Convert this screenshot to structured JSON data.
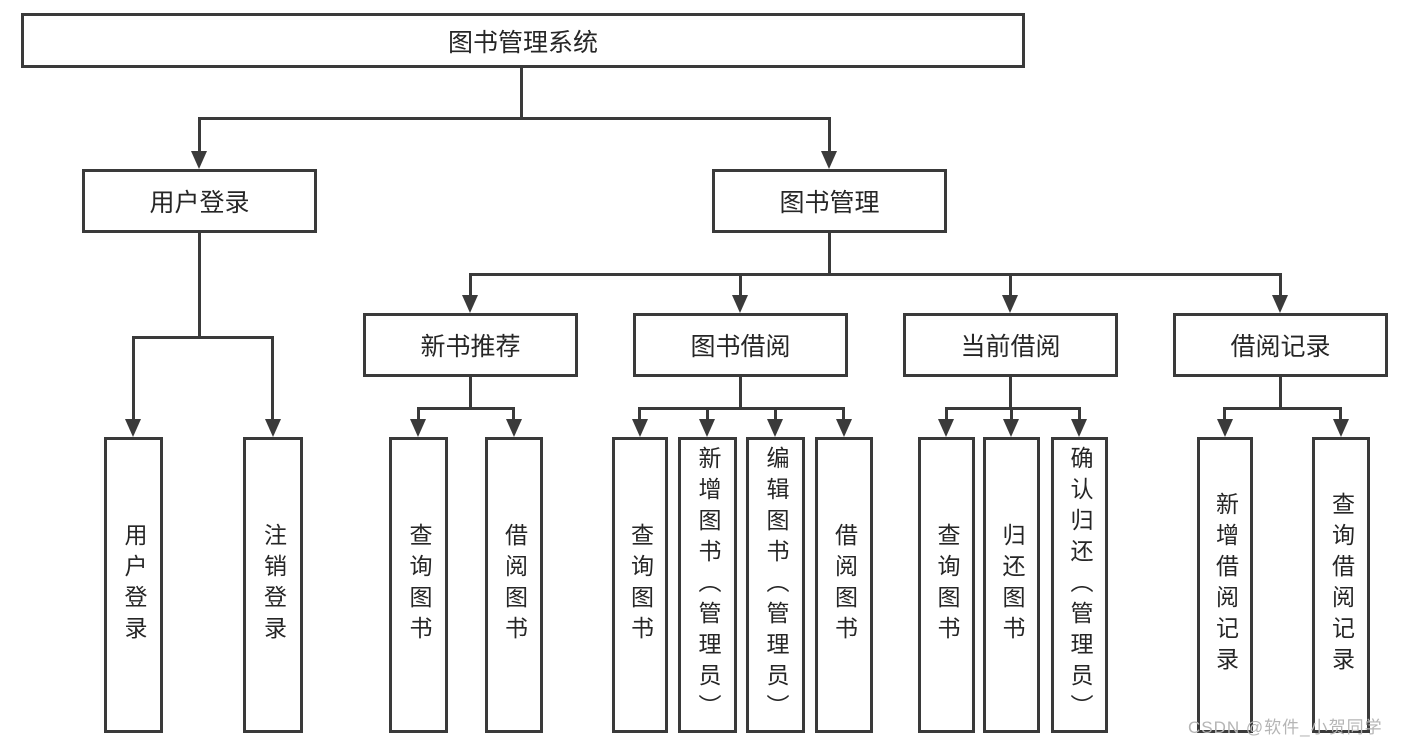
{
  "tree": {
    "label": "图书管理系统",
    "children": [
      {
        "label": "用户登录",
        "children": [
          {
            "label": "用户登录"
          },
          {
            "label": "注销登录"
          }
        ]
      },
      {
        "label": "图书管理",
        "children": [
          {
            "label": "新书推荐",
            "children": [
              {
                "label": "查询图书"
              },
              {
                "label": "借阅图书"
              }
            ]
          },
          {
            "label": "图书借阅",
            "children": [
              {
                "label": "查询图书"
              },
              {
                "label": "新增图书（管理员）"
              },
              {
                "label": "编辑图书（管理员）"
              },
              {
                "label": "借阅图书"
              }
            ]
          },
          {
            "label": "当前借阅",
            "children": [
              {
                "label": "查询图书"
              },
              {
                "label": "归还图书"
              },
              {
                "label": "确认归还（管理员）"
              }
            ]
          },
          {
            "label": "借阅记录",
            "children": [
              {
                "label": "新增借阅记录"
              },
              {
                "label": "查询借阅记录"
              }
            ]
          }
        ]
      }
    ]
  },
  "watermark": {
    "text": "CSDN @软件_小贺同学"
  },
  "colors": {
    "line": "#3a3a3a",
    "node_border": "#3a3a3a",
    "node_fill": "#ffffff",
    "node_text": "#262626",
    "background": "#ffffff",
    "watermark_text": "#b5b5b5"
  }
}
